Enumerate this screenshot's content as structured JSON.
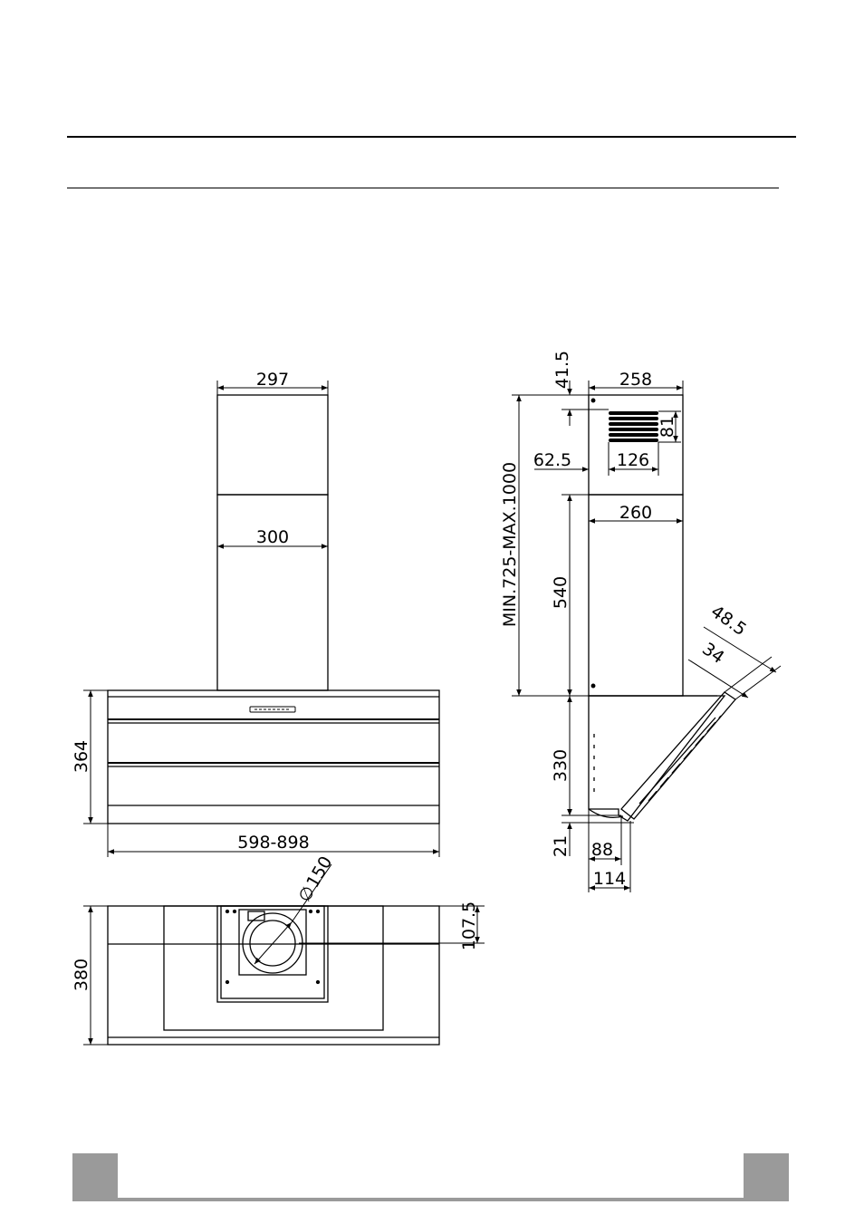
{
  "dimensions": {
    "front_chimney_top_width": "297",
    "front_chimney_width": "300",
    "front_hood_height": "364",
    "front_hood_width": "598-898",
    "outlet_diameter_symbol": "∅",
    "outlet_diameter": "150",
    "top_view_outlet_offset": "107.5",
    "top_view_depth": "380",
    "side_top_offset": "41.5",
    "side_chimney_top_depth": "258",
    "side_vent_height": "81",
    "side_vent_offset": "62.5",
    "side_vent_width": "126",
    "side_chimney_depth": "260",
    "side_total_height": "MIN.725-MAX.1000",
    "side_chimney_height": "540",
    "side_glass_offset": "48.5",
    "side_glass_thickness": "34",
    "side_body_height": "330",
    "side_bottom_height": "21",
    "side_bottom_depth_a": "88",
    "side_bottom_depth_b": "114"
  },
  "colors": {
    "line": "#000000",
    "footer": "#9a9a9a"
  }
}
